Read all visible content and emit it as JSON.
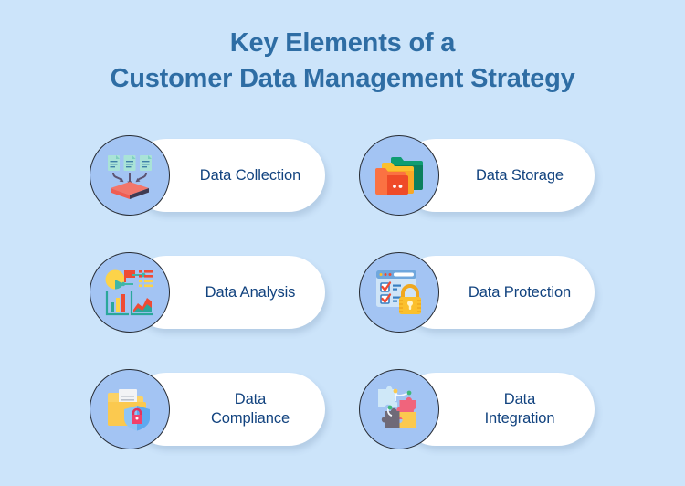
{
  "title": {
    "line1": "Key Elements of a",
    "line2": "Customer Data Management Strategy",
    "color": "#2e6da4"
  },
  "theme": {
    "background": "#cce4fa",
    "card_background": "#ffffff",
    "circle_background": "#a3c4f3",
    "circle_outline": "#262b33",
    "label_color": "#12437f"
  },
  "cards": [
    {
      "label": "Data Collection",
      "icon": "documents-to-platform-icon",
      "two_line": false,
      "column": 1,
      "row": 1
    },
    {
      "label": "Data Storage",
      "icon": "folders-stack-icon",
      "two_line": false,
      "column": 2,
      "row": 1
    },
    {
      "label": "Data Analysis",
      "icon": "charts-dashboard-icon",
      "two_line": false,
      "column": 1,
      "row": 2
    },
    {
      "label": "Data Protection",
      "icon": "browser-checklist-padlock-icon",
      "two_line": false,
      "column": 2,
      "row": 2
    },
    {
      "label": "Data\nCompliance",
      "icon": "folder-shield-lock-icon",
      "two_line": true,
      "column": 1,
      "row": 3
    },
    {
      "label": "Data\nIntegration",
      "icon": "puzzle-pieces-network-icon",
      "two_line": true,
      "column": 2,
      "row": 3
    }
  ]
}
